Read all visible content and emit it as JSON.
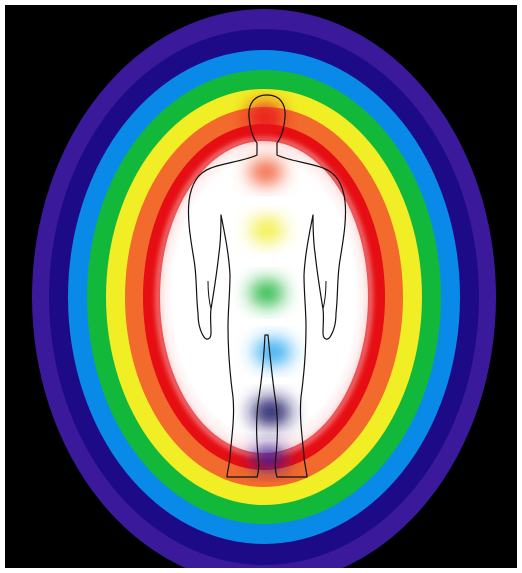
{
  "image": {
    "subject": "human-figure-aura-illustration",
    "background_color": "#000000",
    "aura_rings_outer_to_inner": [
      {
        "name": "violet",
        "color": "#3a1a9a"
      },
      {
        "name": "indigo",
        "color": "#1c0a86"
      },
      {
        "name": "blue",
        "color": "#0a8ae8"
      },
      {
        "name": "green",
        "color": "#12b83a"
      },
      {
        "name": "yellow",
        "color": "#f2ee26"
      },
      {
        "name": "orange",
        "color": "#f26a2c"
      },
      {
        "name": "red",
        "color": "#e60e12"
      }
    ],
    "inner_field_color": "#ffffff",
    "body_outline_color": "#111111",
    "energy_points_top_to_bottom": [
      {
        "name": "crown",
        "color": "#e8151c"
      },
      {
        "name": "throat",
        "color": "#f2542a"
      },
      {
        "name": "solar-plexus",
        "color": "#f2ec30"
      },
      {
        "name": "heart",
        "color": "#1bb53a"
      },
      {
        "name": "sacral",
        "color": "#2ea8f0"
      },
      {
        "name": "root",
        "color": "#1a1566"
      },
      {
        "name": "earth",
        "color": "#3a1f9a"
      }
    ]
  }
}
